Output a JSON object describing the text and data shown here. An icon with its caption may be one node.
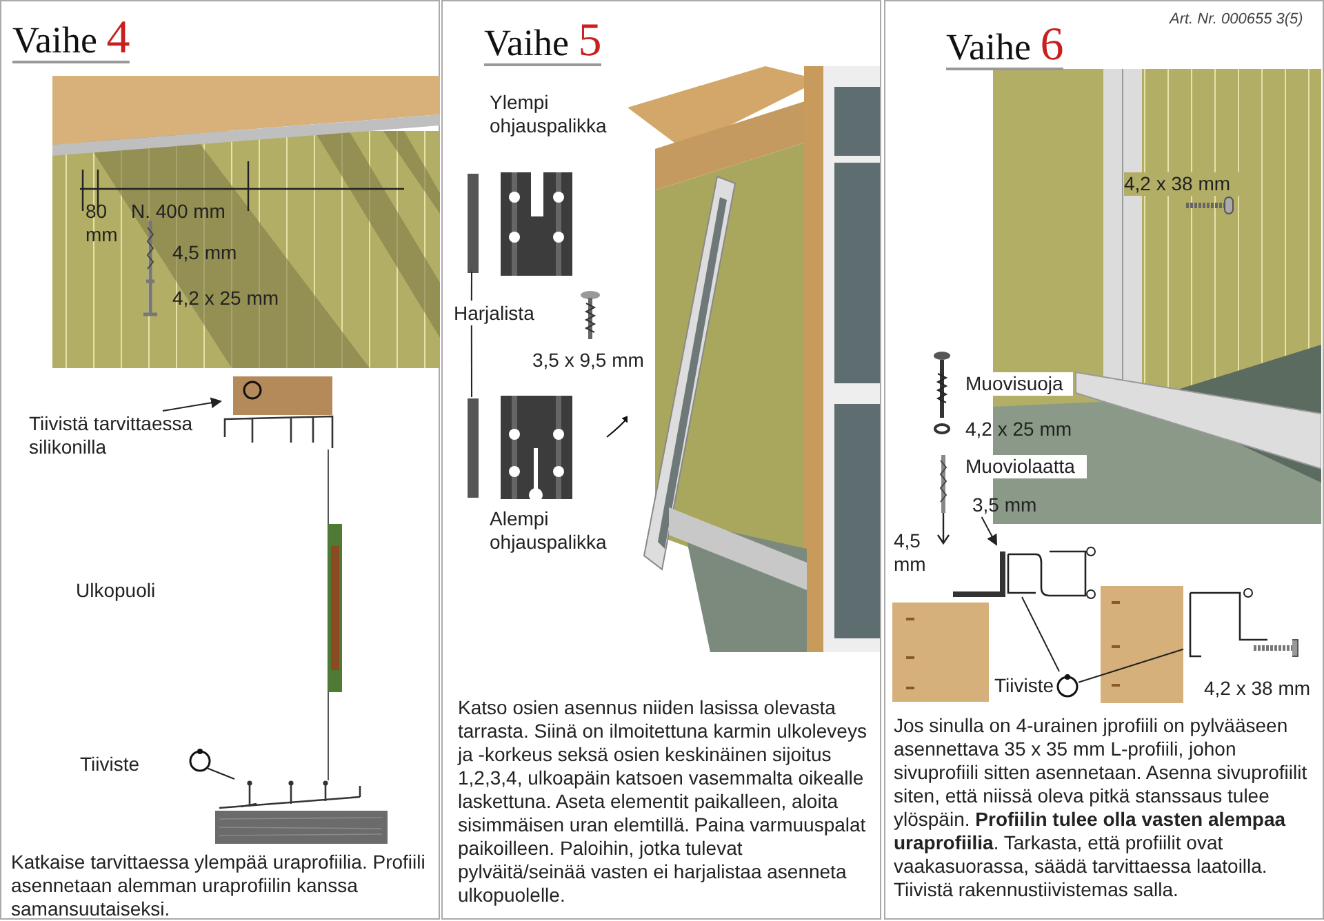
{
  "diagram": {
    "nodes": [
      {
        "text": [
          "Vaihe 4"
        ]
      },
      {
        "text": [
          "Tiivistä tarvittaessa silikonilla"
        ],
        "in": 0
      },
      {
        "text": [],
        "shape": "picture",
        "in": 0
      },
      {
        "text": [],
        "shape": "circle",
        "in": 0,
        "beside": [
          "Tiiviste"
        ]
      },
      {
        "text": [],
        "shape": "picture",
        "in": 0
      },
      {
        "text": [
          "Vaihe 5"
        ]
      },
      {
        "text": [],
        "shape": "bar",
        "in": 5
      },
      {
        "text": [
          "Harjalista"
        ],
        "in": 5
      },
      {
        "text": [],
        "shape": "bar",
        "in": 5
      },
      {
        "text": [
          "Vaihe 6"
        ]
      },
      {
        "text": [
          "3,5 mm"
        ],
        "in": 9
      },
      {
        "text": [],
        "shape": "picture",
        "in": 9
      },
      {
        "text": [],
        "shape": "circle",
        "in": 9,
        "beside": [
          "Tiiviste"
        ]
      },
      {
        "text": [],
        "shape": "picture",
        "in": 9,
        "beside": [
          "4,2 x 38 mm"
        ]
      }
    ],
    "edges": [
      {
        "from": 1,
        "to": 2,
        "arrow": "to"
      },
      {
        "from": 3,
        "to": 4,
        "arrow": "none"
      },
      {
        "from": 7,
        "to": 6,
        "arrow": "none"
      },
      {
        "from": 7,
        "to": 8,
        "arrow": "none"
      },
      {
        "from": 10,
        "to": 11,
        "arrow": "to"
      },
      {
        "from": 12,
        "to": 11,
        "arrow": "none"
      },
      {
        "from": 12,
        "to": 13,
        "arrow": "none"
      }
    ],
    "labels": [
      "80 mm",
      "N. 400 mm",
      "4,5 mm",
      "4,2 x 25 mm",
      "Ulkopuoli",
      "Katkaise tarvittaessa ylempää uraprofiilia. Profiili asennetaan alemman uraprofiilin kanssa samansuutaiseksi.",
      "Ylempi ohjauspalikka",
      "3,5 x 9,5 mm",
      "Alempi ohjauspalikka",
      "Katso osien asennus niiden lasissa olevasta tarrasta. Siinä on ilmoitettuna karmin ulkoleveys ja -korkeus seksä osien keskinäinen sijoitus 1,2,3,4, ulkoapäin katsoen vasemmalta oikealle laskettuna. Aseta elementit paikalleen, aloita sisimmäisen uran elemtillä. Paina varmuuspalat paikoilleen. Paloihin, jotka tulevat pylväitä/seinää vasten ei harjalistaa asenneta ulkopuolelle.",
      "Art. Nr. 000655 3(5)",
      "4,2 x 38 mm",
      "Muovisuoja",
      "4,2 x 25 mm",
      "Muoviolaatta",
      "4,5 mm",
      "Jos sinulla on 4-urainen jprofiili on pylvääseen asennettava 35 x 35 mm L-profiili, johon sivuprofiili sitten asennetaan. Asenna sivuprofiilit siten, että niissä oleva pitkä stanssaus tulee ylöspäin. **Profiilin tulee olla vasten alempaa uraprofiilia**. Tarkasta, että profiilit ovat vaakasuorassa, säädä tarvittaessa laatoilla. Tiivistä rakennustiivistemas salla."
    ]
  }
}
